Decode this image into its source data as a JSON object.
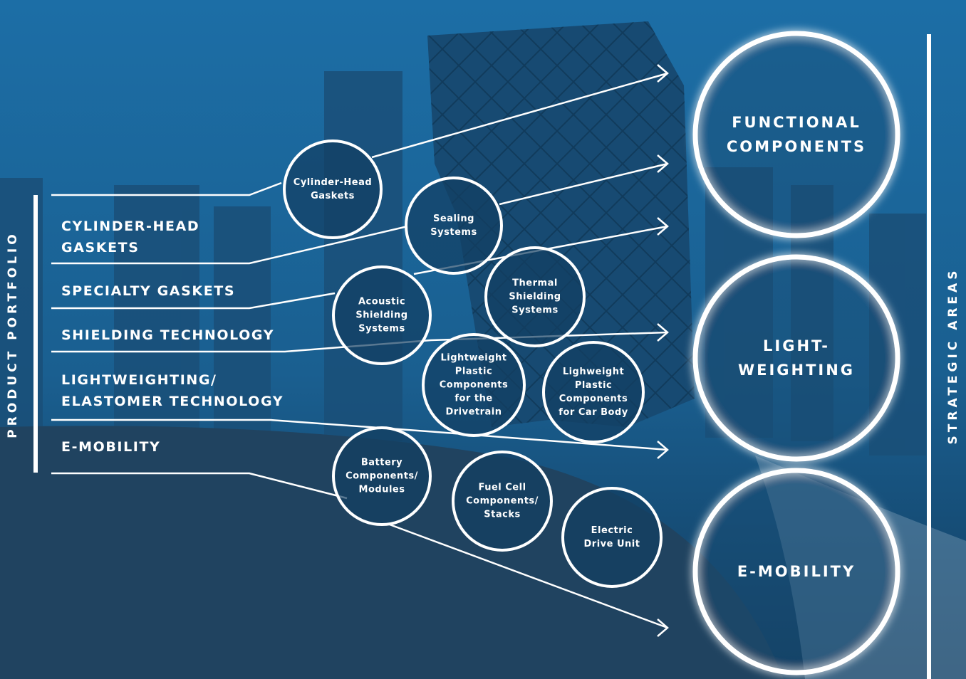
{
  "left_title": "PRODUCT PORTFOLIO",
  "right_title": "STRATEGIC AREAS",
  "categories": [
    "CYLINDER-HEAD\nGASKETS",
    "SPECIALTY GASKETS",
    "SHIELDING TECHNOLOGY",
    "LIGHTWEIGHTING/\nELASTOMER TECHNOLOGY",
    "E-MOBILITY"
  ],
  "products": [
    "Cylinder-Head\nGaskets",
    "Sealing\nSystems",
    "Acoustic\nShielding\nSystems",
    "Thermal\nShielding\nSystems",
    "Lightweight\nPlastic\nComponents\nfor the\nDrivetrain",
    "Lighweight\nPlastic\nComponents\nfor Car Body",
    "Battery\nComponents/\nModules",
    "Fuel Cell\nComponents/\nStacks",
    "Electric\nDrive Unit"
  ],
  "strategic_areas": [
    "FUNCTIONAL\nCOMPONENTS",
    "LIGHT-\nWEIGHTING",
    "E-MOBILITY"
  ],
  "colors": {
    "background_top": "#1d6fa6",
    "background_bottom": "#123e60",
    "line": "#ffffff"
  }
}
